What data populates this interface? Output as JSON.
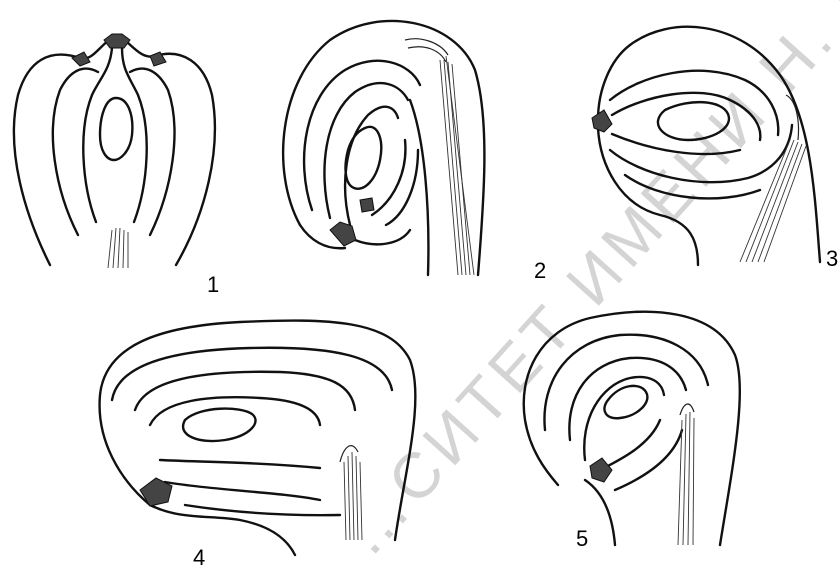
{
  "figure": {
    "labels": [
      "1",
      "2",
      "3",
      "4",
      "5"
    ],
    "watermark": "…СИТЕТ ИМЕНИ Н. Г. ЧЕР…",
    "colors": {
      "line": "#111111",
      "background": "#ffffff",
      "watermark": "#d4d4d4"
    }
  }
}
